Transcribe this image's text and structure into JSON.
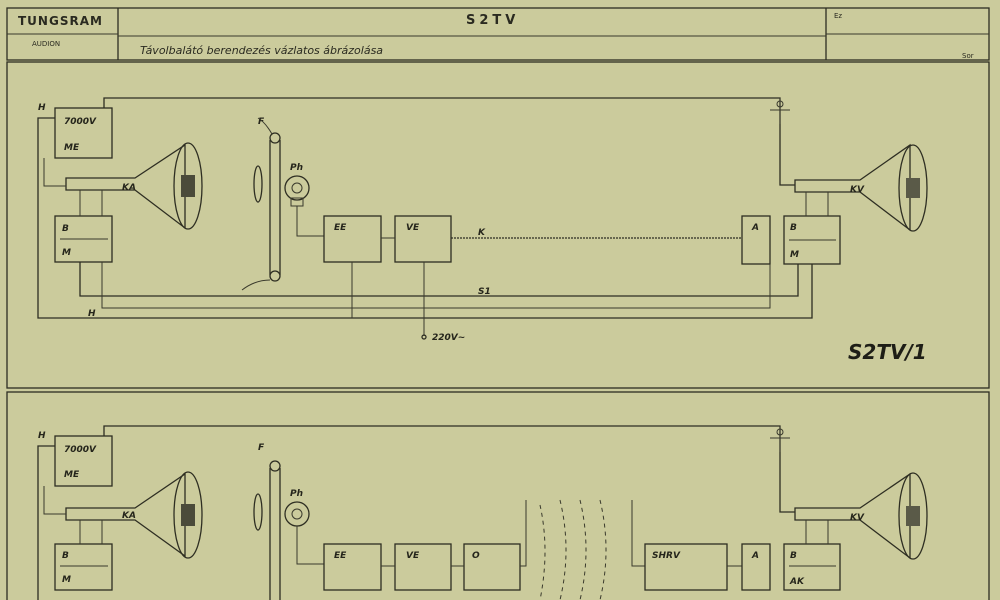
{
  "title_block": {
    "brand": "TUNGSRAM",
    "sub": "AUDION",
    "code": "S2TV",
    "title": "Távolbalátó berendezés vázlatos ábrázolása",
    "field_top": "Ez",
    "field_bottom": "Sor"
  },
  "sheet_mark": "S2TV/1",
  "diagram1": {
    "labels": {
      "me_voltage": "7000V",
      "me": "ME",
      "tube_tx": "KA",
      "tube_rx": "KV",
      "block_b": "B",
      "block_m": "M",
      "lens_f": "F",
      "photocell": "Ph",
      "ee": "EE",
      "ve": "VE",
      "a": "A",
      "wire_k": "K",
      "wire_s1": "S1",
      "wire_h": "H",
      "mains": "220V~"
    }
  },
  "diagram2": {
    "labels": {
      "me_voltage": "7000V",
      "me": "ME",
      "tube_tx": "KA",
      "tube_rx": "KV",
      "block_b": "B",
      "block_m": "M",
      "block_ak": "AK",
      "lens_f": "F",
      "photocell": "Ph",
      "ee": "EE",
      "ve": "VE",
      "o": "O",
      "shrv": "SHRV",
      "a": "A",
      "wire_h": "H"
    }
  },
  "colors": {
    "paper": "#cbcb9c",
    "ink": "#2e2e22"
  }
}
